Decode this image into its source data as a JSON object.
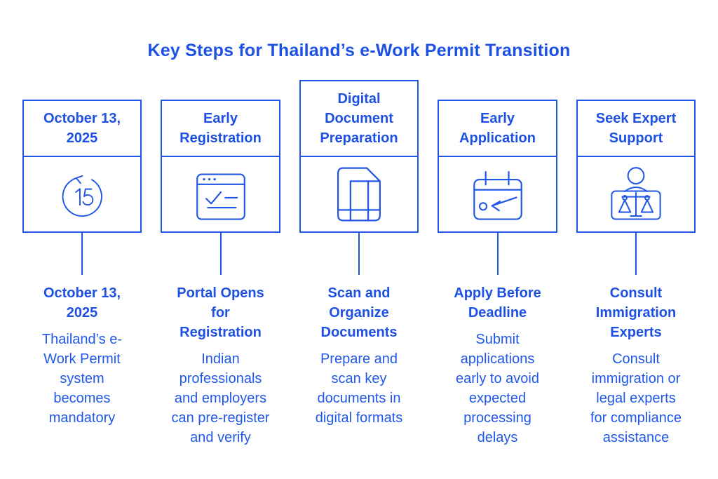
{
  "page": {
    "title": "Key Steps for Thailand’s e-Work Permit Transition"
  },
  "colors": {
    "accent": "#1d50e4",
    "stroke": "#2156e6",
    "body_text": "#2158e8",
    "background": "#ffffff"
  },
  "steps": [
    {
      "box_title": "October 13,\n2025",
      "icon": "countdown-clock-icon",
      "icon_label": "15",
      "heading": "October 13,\n2025",
      "description": "Thailand’s e-\nWork Permit\nsystem\nbecomes\nmandatory"
    },
    {
      "box_title": "Early\nRegistration",
      "icon": "registration-portal-icon",
      "heading": "Portal Opens\nfor\nRegistration",
      "description": "Indian\nprofessionals\nand employers\ncan pre-register\nand verify"
    },
    {
      "box_title": "Digital\nDocument\nPreparation",
      "icon": "document-grid-icon",
      "heading": "Scan and\nOrganize\nDocuments",
      "description": "Prepare and\nscan key\ndocuments in\ndigital formats"
    },
    {
      "box_title": "Early\nApplication",
      "icon": "calendar-deadline-icon",
      "heading": "Apply Before\nDeadline",
      "description": "Submit\napplications\nearly to avoid\nexpected\nprocessing\ndelays"
    },
    {
      "box_title": "Seek Expert\nSupport",
      "icon": "legal-expert-icon",
      "heading": "Consult\nImmigration\nExperts",
      "description": "Consult\nimmigration or\nlegal experts\nfor compliance\nassistance"
    }
  ]
}
